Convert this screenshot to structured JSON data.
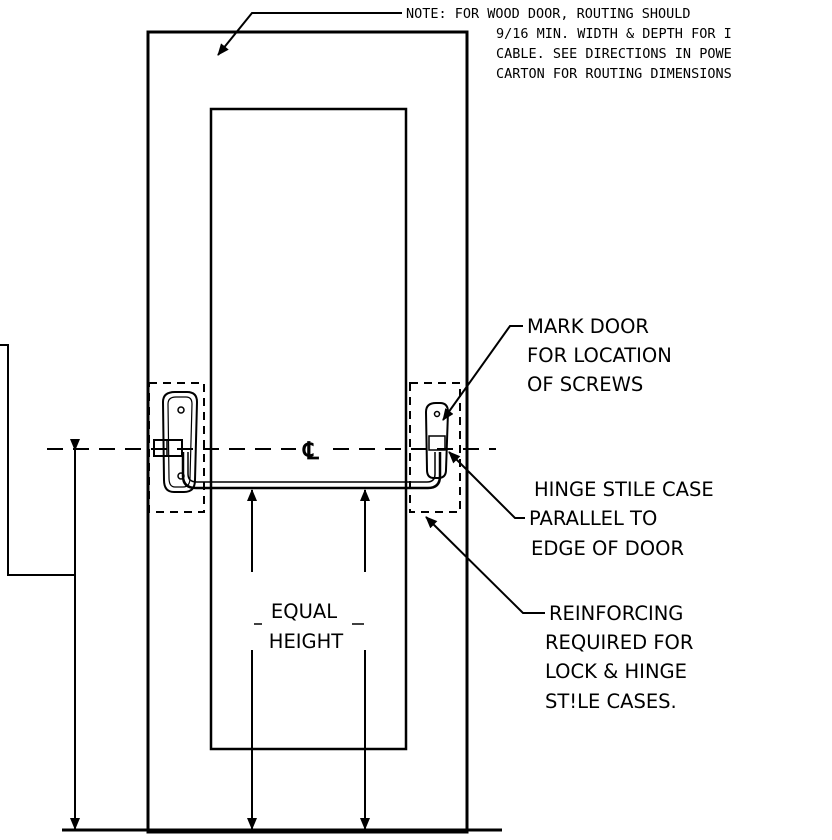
{
  "note": {
    "lines": [
      "NOTE: FOR WOOD DOOR, ROUTING SHOULD",
      "9/16 MIN. WIDTH & DEPTH FOR I",
      "CABLE. SEE DIRECTIONS IN POWE",
      "CARTON FOR ROUTING DIMENSIONS"
    ]
  },
  "centerline": {
    "symbol": "℄"
  },
  "callouts": {
    "mark_door": [
      "MARK DOOR",
      "FOR LOCATION",
      "OF SCREWS"
    ],
    "hinge_stile": [
      "HINGE STILE CASE",
      "PARALLEL TO",
      "EDGE OF DOOR"
    ],
    "reinforcing": [
      "REINFORCING",
      "REQUIRED FOR",
      "LOCK & HINGE",
      "ST!LE CASES."
    ]
  },
  "equal_height": {
    "lines": [
      "EQUAL",
      "HEIGHT"
    ]
  },
  "colors": {
    "ink": "#000000",
    "paper": "#ffffff"
  }
}
